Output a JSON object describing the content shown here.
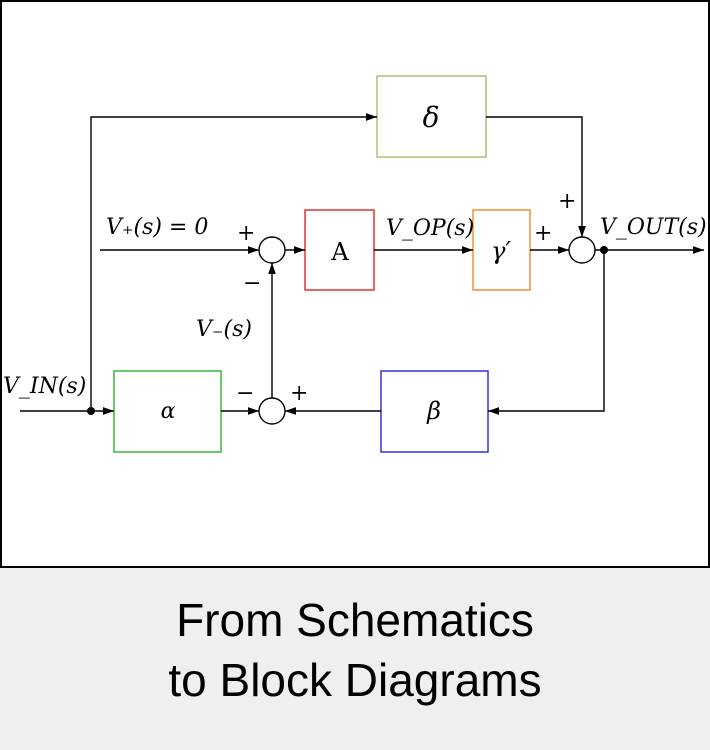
{
  "diagram": {
    "blocks": {
      "delta": {
        "label": "δ",
        "color": "#b5b26b"
      },
      "A": {
        "label": "A",
        "color": "#e02424"
      },
      "gamma": {
        "label": "γ′",
        "color": "#f08a24"
      },
      "alpha": {
        "label": "α",
        "color": "#2fb02f"
      },
      "beta": {
        "label": "β",
        "color": "#2424d8"
      }
    },
    "signals": {
      "v_plus": "V₊(s) = 0",
      "v_op": "V_OP(s)",
      "v_out": "V_OUT(s)",
      "v_minus": "V₋(s)",
      "v_in": "V_IN(s)"
    },
    "signs": {
      "top_sum_plus_left": "+",
      "top_sum_minus_below": "−",
      "out_sum_plus_top": "+",
      "out_sum_plus_left": "+",
      "bottom_sum_minus_left": "−",
      "bottom_sum_plus_right": "+"
    }
  },
  "caption": {
    "line1": "From Schematics",
    "line2": "to Block Diagrams"
  }
}
